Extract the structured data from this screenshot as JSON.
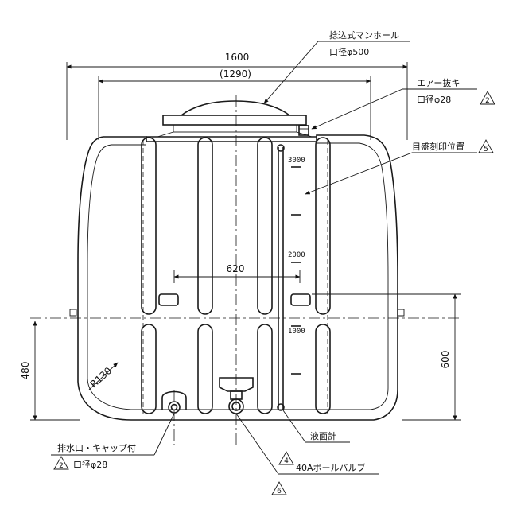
{
  "dimensions": {
    "overall_width": "1600",
    "inner_width": "(1290)",
    "outlet_spacing": "620",
    "height_600": "600",
    "height_480": "480",
    "corner_radius": "R130"
  },
  "callouts": {
    "manhole_name": "捻込式マンホール",
    "manhole_size": "口径φ500",
    "air_vent_name": "エアー抜キ",
    "air_vent_size": "口径φ28",
    "air_vent_rev": "2",
    "scale_mark_name": "目盛刻印位置",
    "scale_mark_rev": "5",
    "level_gauge_name": "液面計",
    "level_gauge_rev": "4",
    "ball_valve_name": "40Aボールバルブ",
    "ball_valve_rev": "6",
    "drain_name": "排水口・キャップ付",
    "drain_size": "口径φ28",
    "drain_rev": "2"
  },
  "scale_labels": [
    "3000",
    "2000",
    "1000"
  ]
}
